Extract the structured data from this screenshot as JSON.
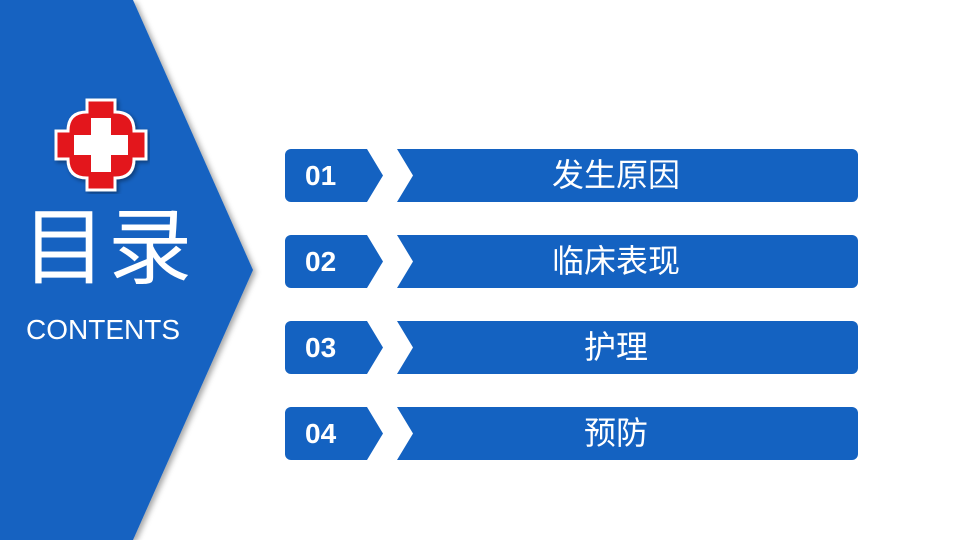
{
  "title": "目录",
  "subtitle": "CONTENTS",
  "logo_icon": "red-cross-icon",
  "colors": {
    "accent": "#1462c1",
    "cross_red": "#e3141b",
    "background": "#ffffff"
  },
  "items": [
    {
      "number": "01",
      "label": "发生原因"
    },
    {
      "number": "02",
      "label": "临床表现"
    },
    {
      "number": "03",
      "label": "护理"
    },
    {
      "number": "04",
      "label": "预防"
    }
  ]
}
